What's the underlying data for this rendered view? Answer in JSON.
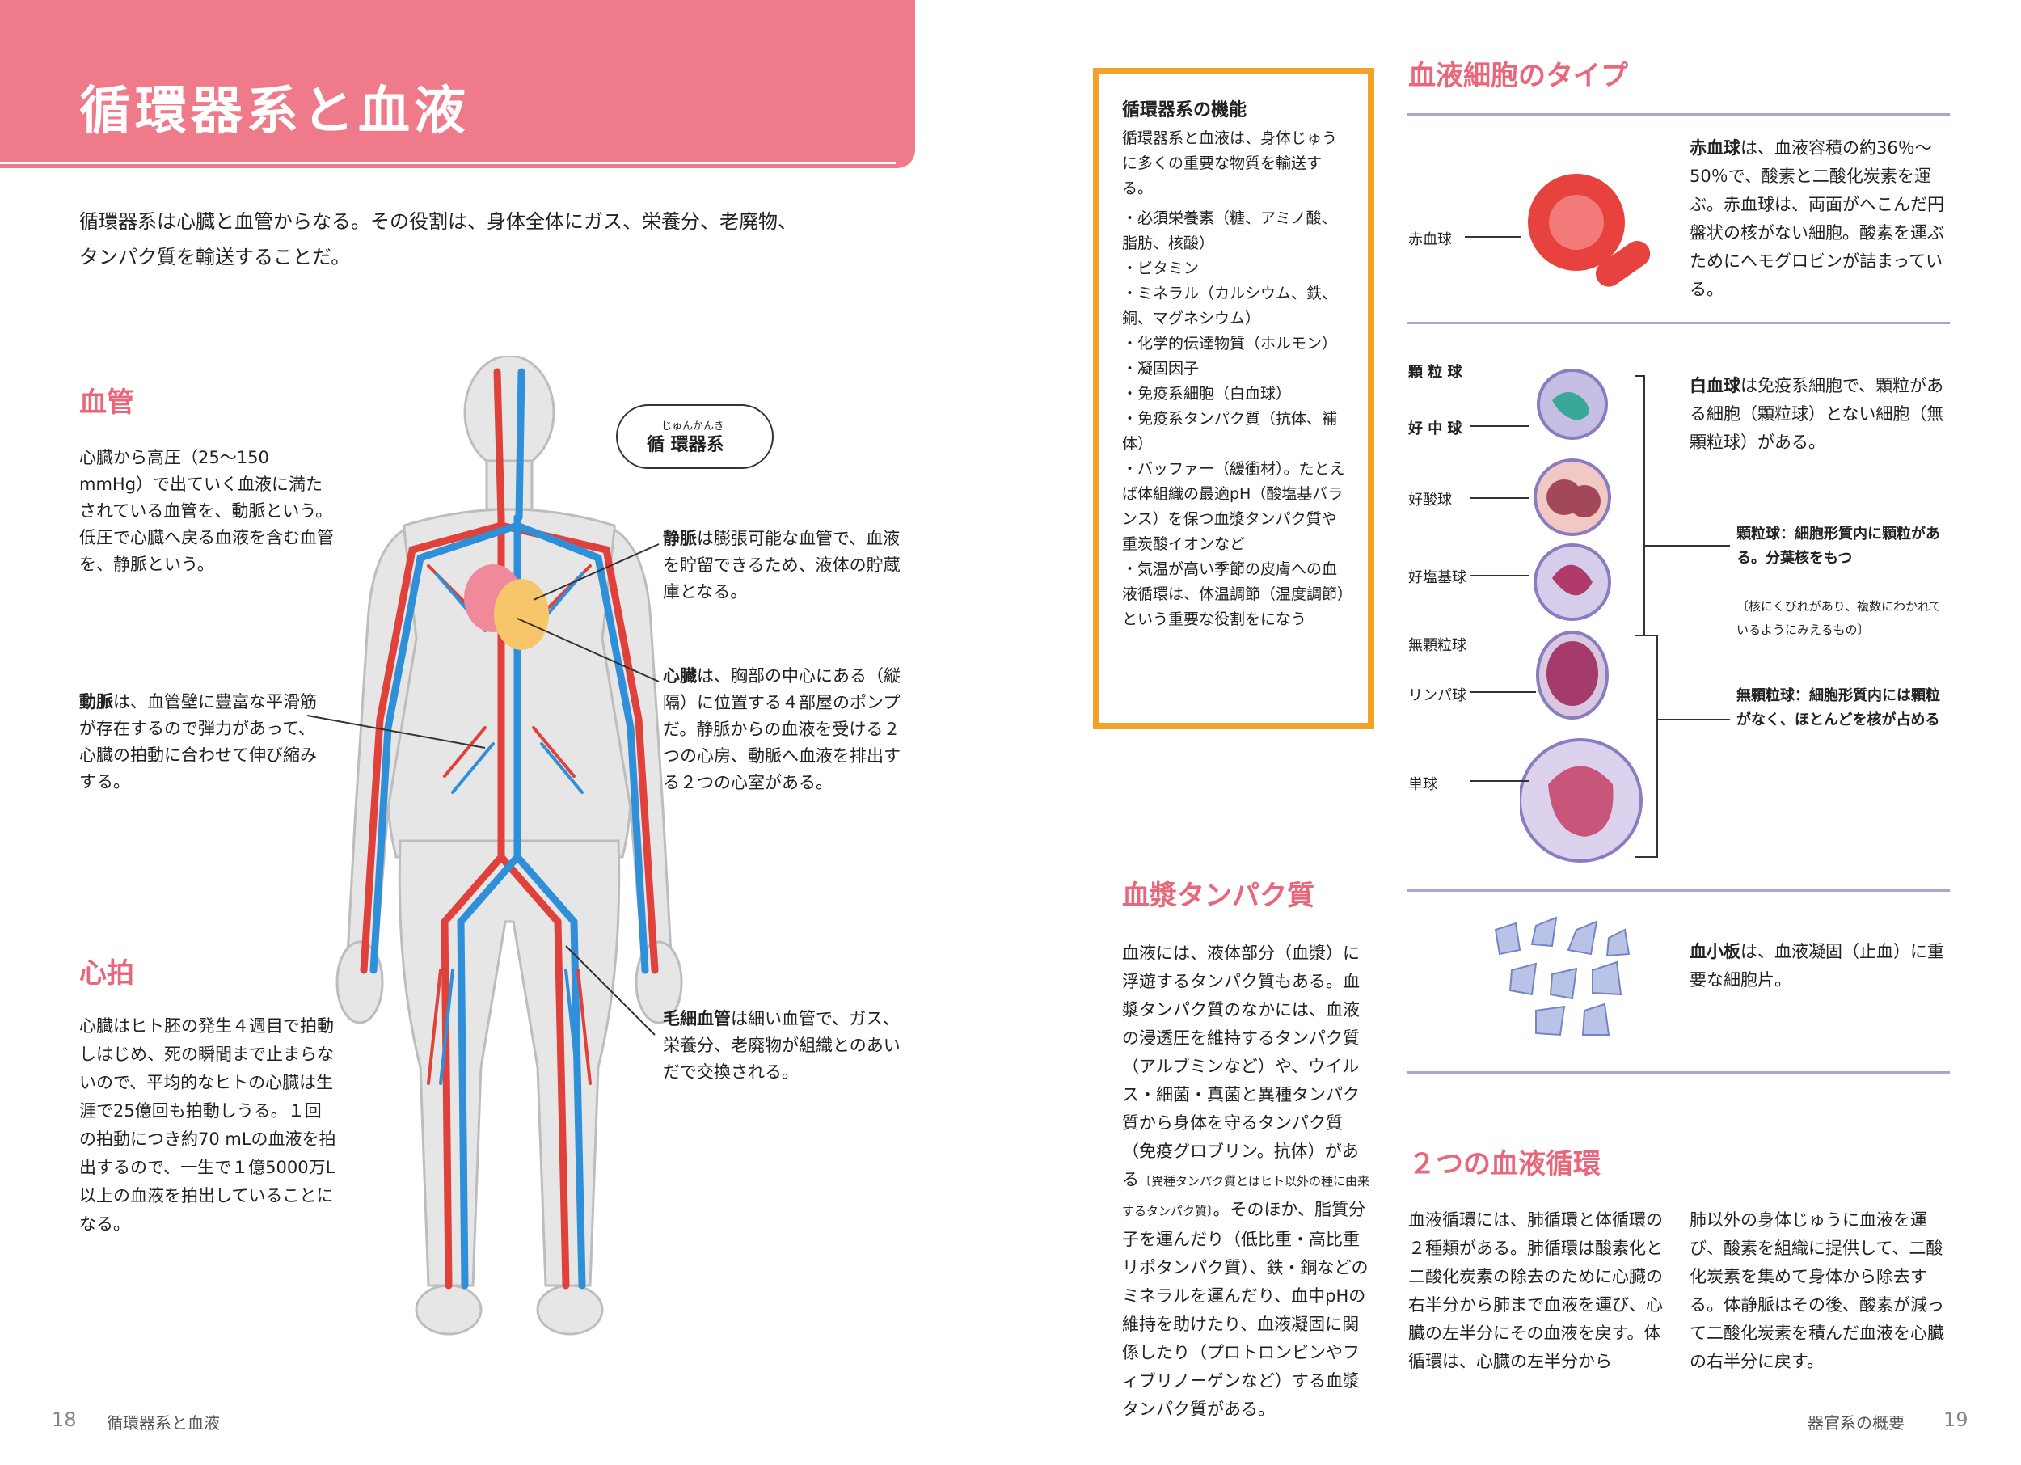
{
  "header": {
    "title": "循環器系と血液"
  },
  "intro": "循環器系は心臓と血管からなる。その役割は、身体全体にガス、栄養分、老廃物、タンパク質を輸送することだ。",
  "vessels": {
    "heading": "血管",
    "text": "心臓から高圧（25〜150 mmHg）で出ていく血液に満たされている血管を、動脈という。低圧で心臓へ戻る血液を含む血管を、静脈という。"
  },
  "heartbeat": {
    "heading": "心拍",
    "text": "心臓はヒト胚の発生４週目で拍動しはじめ、死の瞬間まで止まらないので、平均的なヒトの心臓は生涯で25億回も拍動しうる。１回の拍動につき約70 mLの血液を拍出するので、一生で１億5000万L以上の血液を拍出していることになる。"
  },
  "diagram": {
    "bubble": "循 環器系",
    "bubble_ruby": "じゅんかんき",
    "vein_term": "静脈",
    "vein_text": "は膨張可能な血管で、血液を貯留できるため、液体の貯蔵庫となる。",
    "heart_term": "心臓",
    "heart_text": "は、胸部の中心にある（縦隔）に位置する４部屋のポンプだ。静脈からの血液を受ける２つの心房、動脈へ血液を排出する２つの心室がある。",
    "artery_term": "動脈",
    "artery_text": "は、血管壁に豊富な平滑筋が存在するので弾力があって、心臓の拍動に合わせて伸び縮みする。",
    "capillary_term": "毛細血管",
    "capillary_text": "は細い血管で、ガス、栄養分、老廃物が組織とのあいだで交換される。"
  },
  "function_box": {
    "title": "循環器系の機能",
    "lead": "循環器系と血液は、身体じゅうに多くの重要な物質を輸送する。",
    "items": [
      "必須栄養素（糖、アミノ酸、脂肪、核酸）",
      "ビタミン",
      "ミネラル（カルシウム、鉄、銅、マグネシウム）",
      "化学的伝達物質（ホルモン）",
      "凝固因子",
      "免疫系細胞（白血球）",
      "免疫系タンパク質（抗体、補体）",
      "バッファー（緩衝材）。たとえば体組織の最適pH（酸塩基バランス）を保つ血漿タンパク質や重炭酸イオンなど",
      "気温が高い季節の皮膚への血液循環は、体温調節（温度調節）という重要な役割をになう"
    ]
  },
  "cell_types": {
    "heading": "血液細胞のタイプ",
    "rbc_label": "赤血球",
    "rbc_term": "赤血球",
    "rbc_text": "は、血液容積の約36％〜50％で、酸素と二酸化炭素を運ぶ。赤血球は、両面がへこんだ円盤状の核がない細胞。酸素を運ぶためにヘモグロビンが詰まっている。",
    "granulocyte_label": "顆 粒 球",
    "neutrophil_label": "好 中 球",
    "eosinophil_label": "好酸球",
    "basophil_label": "好塩基球",
    "agranulocyte_label": "無顆粒球",
    "lymphocyte_label": "リンパ球",
    "monocyte_label": "単球",
    "wbc_term": "白血球",
    "wbc_text": "は免疫系細胞で、顆粒がある細胞（顆粒球）とない細胞（無顆粒球）がある。",
    "granulocyte_note": "顆粒球：細胞形質内に顆粒がある。分葉核をもつ",
    "granulocyte_sub": "〔核にくびれがあり、複数にわかれているようにみえるもの〕",
    "agranulocyte_note": "無顆粒球：細胞形質内には顆粒がなく、ほとんどを核が占める",
    "platelet_term": "血小板",
    "platelet_text": "は、血液凝固（止血）に重要な細胞片。"
  },
  "plasma": {
    "heading": "血漿タンパク質",
    "text": "血液には、液体部分（血漿）に浮遊するタンパク質もある。血漿タンパク質のなかには、血液の浸透圧を維持するタンパク質（アルブミンなど）や、ウイルス・細菌・真菌と異種タンパク質から身体を守るタンパク質（免疫グロブリン。抗体）がある",
    "note": "〔異種タンパク質とはヒト以外の種に由来するタンパク質〕",
    "text2": "。そのほか、脂質分子を運んだり（低比重・高比重リポタンパク質）、鉄・銅などのミネラルを運んだり、血中pHの維持を助けたり、血液凝固に関係したり（プロトロンビンやフィブリノーゲンなど）する血漿タンパク質がある。"
  },
  "circulation": {
    "heading": "２つの血液循環",
    "col1": "血液循環には、肺循環と体循環の２種類がある。肺循環は酸素化と二酸化炭素の除去のために心臓の右半分から肺まで血液を運び、心臓の左半分にその血液を戻す。体循環は、心臓の左半分から",
    "col2": "肺以外の身体じゅうに血液を運び、酸素を組織に提供して、二酸化炭素を集めて身体から除去する。体静脈はその後、酸素が減って二酸化炭素を積んだ血液を心臓の右半分に戻す。"
  },
  "footer": {
    "left_num": "18",
    "left_title": "循環器系と血液",
    "right_title": "器官系の概要",
    "right_num": "19"
  },
  "colors": {
    "header": "#ee7a8a",
    "accent": "#e8677b",
    "box": "#f2a226",
    "divider": "#b3a0cf",
    "artery": "#e0413a",
    "vein": "#2f8fd8"
  }
}
